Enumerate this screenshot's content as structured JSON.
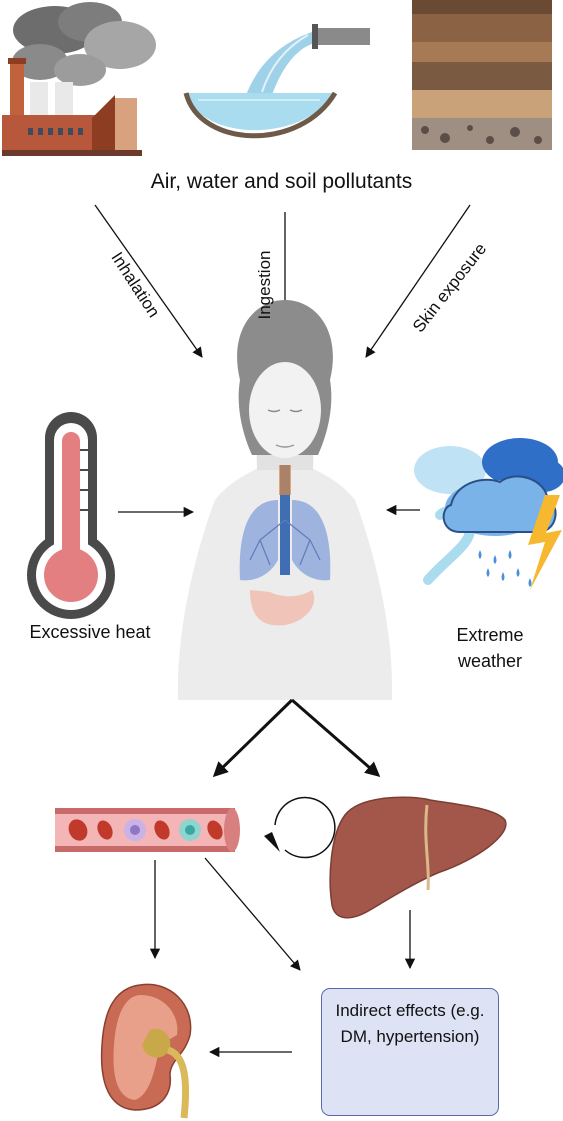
{
  "title": "Air, water and soil pollutants",
  "routes": {
    "inhalation": "Inhalation",
    "ingestion": "Ingestion",
    "skin": "Skin exposure"
  },
  "heat_label": "Excessive heat",
  "weather_label": "Extreme weather",
  "indirect_effects": "Indirect effects (e.g. DM, hypertension)",
  "icons": [
    "factory-icon",
    "water-pipe-icon",
    "soil-layers-icon",
    "thermometer-icon",
    "human-body-icon",
    "storm-clouds-icon",
    "blood-vessel-icon",
    "cycle-arrow-icon",
    "liver-icon",
    "kidney-icon"
  ],
  "colors": {
    "lung": "#9fb3df",
    "liver": "#a3574a",
    "vessel": "#c96a6a",
    "thermometer": "#e37f80",
    "cloud": "#4a8fd9",
    "lightning": "#f5b82e",
    "box_fill": "#dde3f5"
  }
}
